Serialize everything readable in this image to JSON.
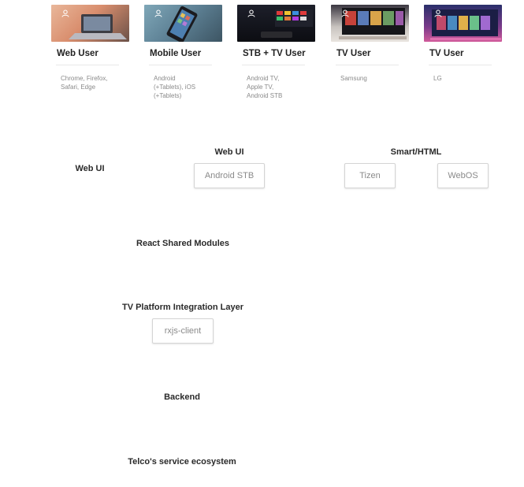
{
  "users": [
    {
      "title": "Web User",
      "desc": "Chrome, Firefox,\nSafari, Edge",
      "icon": "user-icon",
      "image": "laptop-photo"
    },
    {
      "title": "Mobile User",
      "desc": "Android\n(+Tablets), iOS\n(+Tablets)",
      "icon": "user-icon",
      "image": "smartphone-photo"
    },
    {
      "title": "STB + TV User",
      "desc": "Android TV,\nApple TV,\nAndroid STB",
      "icon": "user-icon",
      "image": "set-top-box-photo"
    },
    {
      "title": "TV User",
      "desc": "Samsung",
      "icon": "user-icon",
      "image": "samsung-tv-photo"
    },
    {
      "title": "TV User",
      "desc": "LG",
      "icon": "user-icon",
      "image": "lg-tv-photo"
    }
  ],
  "diagram": {
    "web_ui_left": "Web UI",
    "web_ui_group": {
      "label": "Web UI",
      "items": [
        "Android STB"
      ]
    },
    "smart_html_group": {
      "label": "Smart/HTML",
      "items": [
        "Tizen",
        "WebOS"
      ]
    },
    "react_shared": "React Shared Modules",
    "tv_platform": {
      "label": "TV Platform Integration Layer",
      "items": [
        "rxjs-client"
      ]
    },
    "backend": "Backend",
    "telco": "Telco's service ecosystem"
  }
}
